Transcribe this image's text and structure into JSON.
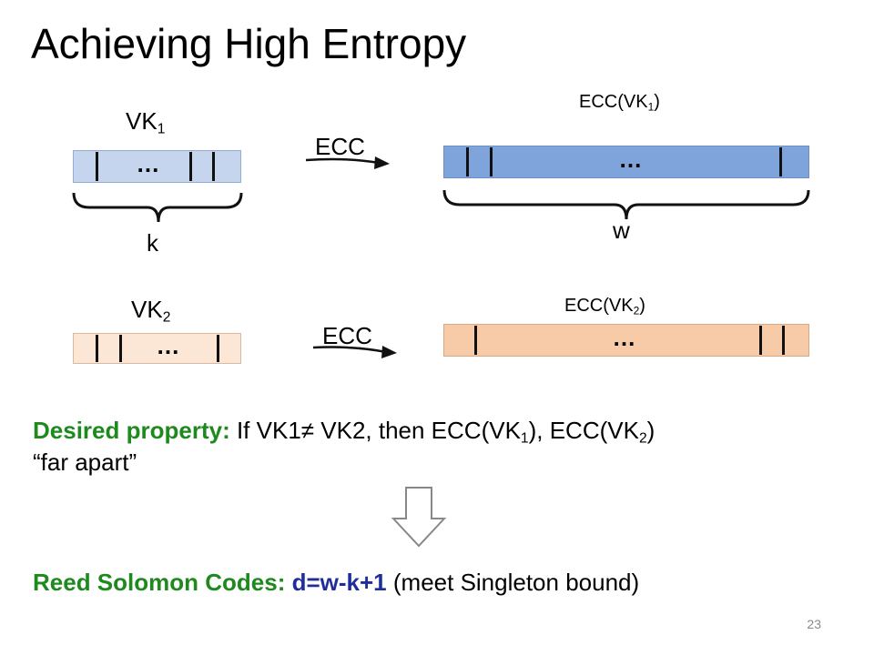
{
  "slide": {
    "title": "Achieving High Entropy",
    "page_number": "23"
  },
  "diagram": {
    "row1": {
      "input_label": "VK",
      "input_sub": "1",
      "arrow_label": "ECC",
      "output_label": "ECC(VK",
      "output_sub": "1",
      "output_close": ")",
      "input_brace_label": "k",
      "output_brace_label": "w",
      "ellipsis": "…"
    },
    "row2": {
      "input_label": "VK",
      "input_sub": "2",
      "arrow_label": "ECC",
      "output_label": "ECC(VK",
      "output_sub": "2",
      "output_close": ")",
      "ellipsis": "…"
    }
  },
  "property": {
    "label": "Desired property:",
    "text_a": " If VK1≠ VK2, then ECC(VK",
    "sub_a": "1",
    "text_b": "), ECC(VK",
    "sub_b": "2",
    "text_c": ")",
    "line2": "“far apart”"
  },
  "result": {
    "label": "Reed Solomon Codes:",
    "formula": "d=w-k+1",
    "note": " (meet Singleton bound)"
  },
  "colors": {
    "green": "#1e8a1e",
    "navy": "#1f2f9a",
    "blue_light": "#c6d5ee",
    "blue": "#7fa4dc",
    "peach_light": "#fce6d6",
    "peach": "#f8cba8"
  }
}
